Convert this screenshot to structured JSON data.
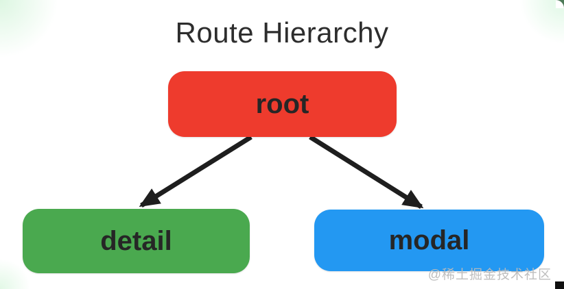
{
  "page": {
    "title": "Route Hierarchy",
    "watermark": "@稀土掘金技术社区"
  },
  "diagram": {
    "type": "tree",
    "nodes": [
      {
        "id": "root",
        "label": "root",
        "color": "#ee3b2d"
      },
      {
        "id": "detail",
        "label": "detail",
        "color": "#4aa94f"
      },
      {
        "id": "modal",
        "label": "modal",
        "color": "#2398f2"
      }
    ],
    "edges": [
      {
        "from": "root",
        "to": "detail"
      },
      {
        "from": "root",
        "to": "modal"
      }
    ]
  },
  "colors": {
    "node_text": "#262626",
    "title_text": "#2d2d2d",
    "arrow": "#1e1e1e",
    "watermark_text": "#bababa",
    "corner_green_dark": "#4d7a58",
    "corner_green_light": "#def8e4",
    "corner_black": "#101010",
    "background": "#ffffff"
  }
}
